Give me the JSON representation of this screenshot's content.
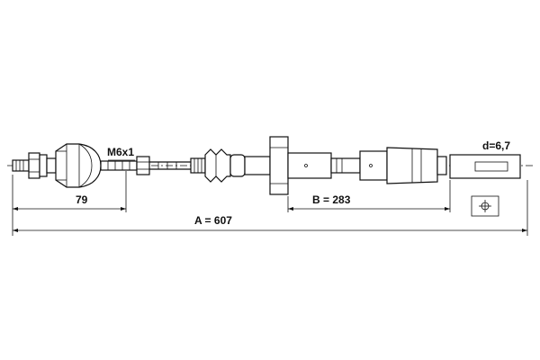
{
  "labels": {
    "thread": "M6x1",
    "diameter": "d=6,7",
    "dim_small": "79",
    "dim_b": "B = 283",
    "dim_a": "A = 607"
  }
}
